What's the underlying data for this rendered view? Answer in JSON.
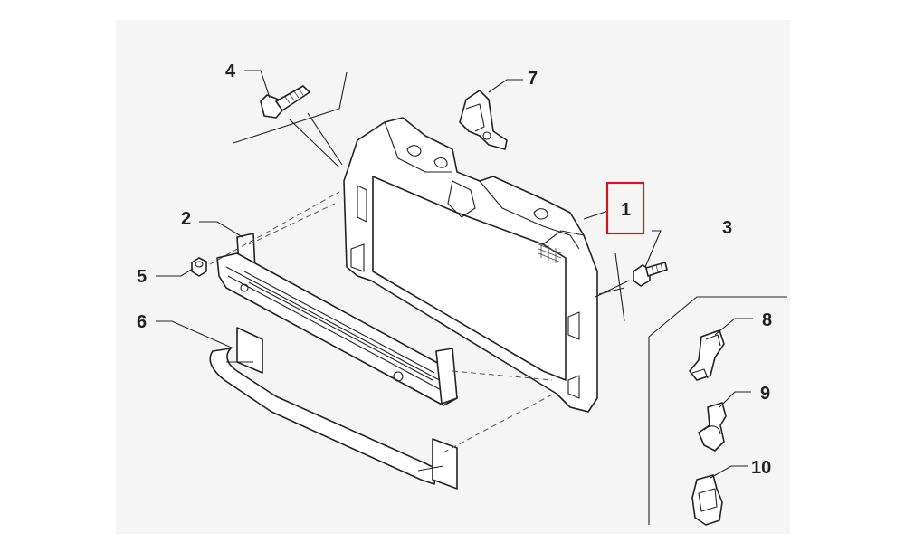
{
  "diagram": {
    "callouts": [
      {
        "id": "1",
        "label": "1",
        "highlighted": true
      },
      {
        "id": "2",
        "label": "2"
      },
      {
        "id": "3",
        "label": "3"
      },
      {
        "id": "4",
        "label": "4"
      },
      {
        "id": "5",
        "label": "5"
      },
      {
        "id": "6",
        "label": "6"
      },
      {
        "id": "7",
        "label": "7"
      },
      {
        "id": "8",
        "label": "8"
      },
      {
        "id": "9",
        "label": "9"
      },
      {
        "id": "10",
        "label": "10"
      }
    ],
    "colors": {
      "highlight": "#d11a1a",
      "line": "#222222",
      "panel_background": "#f5f5f5"
    },
    "parts_depicted": [
      "front-panel-frame",
      "bumper-reinforcement-beam",
      "bolt",
      "screw",
      "nut",
      "lower-crossmember",
      "bracket",
      "clip",
      "clip",
      "clip"
    ]
  }
}
